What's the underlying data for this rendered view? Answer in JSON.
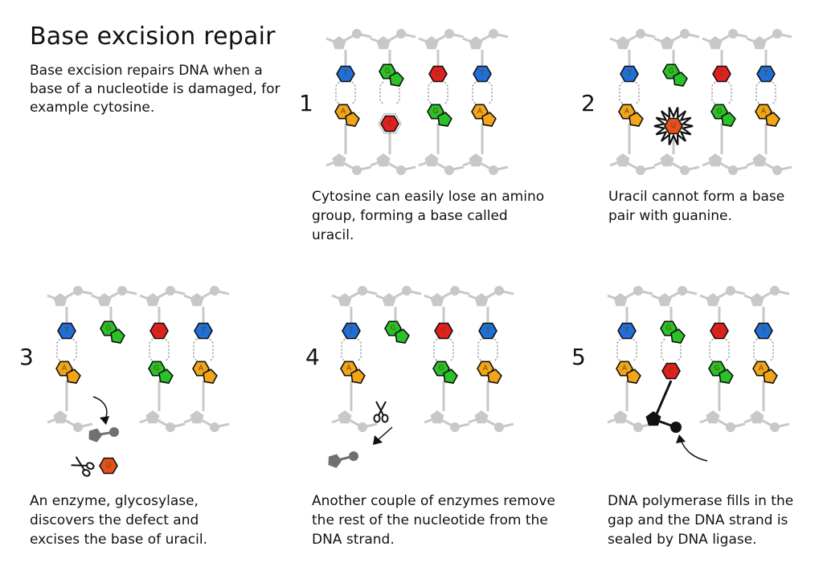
{
  "title": "Base excision repair",
  "intro": "Base excision repairs DNA when a base of a nucleotide is damaged, for example cytosine.",
  "colors": {
    "T": "#1f6fd6",
    "G": "#29c229",
    "C": "#e01f1f",
    "A": "#f2a517",
    "U": "#e5501e",
    "backbone": "#c8c8c8",
    "new_nucleotide": "#111111",
    "removed_nucleotide": "#707070"
  },
  "letters": {
    "T": "T",
    "G": "G",
    "C": "C",
    "A": "A",
    "U": "U"
  },
  "steps": [
    {
      "number": "1",
      "caption": "Cytosine can easily lose an amino group, forming a base called uracil."
    },
    {
      "number": "2",
      "caption": "Uracil cannot form a base pair with guanine."
    },
    {
      "number": "3",
      "caption": "An enzyme, glycosylase, discovers the defect and excises the base of uracil."
    },
    {
      "number": "4",
      "caption": "Another couple of enzymes remove the rest of the nucleotide from the DNA strand."
    },
    {
      "number": "5",
      "caption": "DNA polymerase fills in the gap and the DNA strand is sealed by DNA ligase."
    }
  ],
  "icons": {
    "scissors": "scissors-icon",
    "arrow": "arrow-icon",
    "damage": "damage-burst-icon"
  }
}
